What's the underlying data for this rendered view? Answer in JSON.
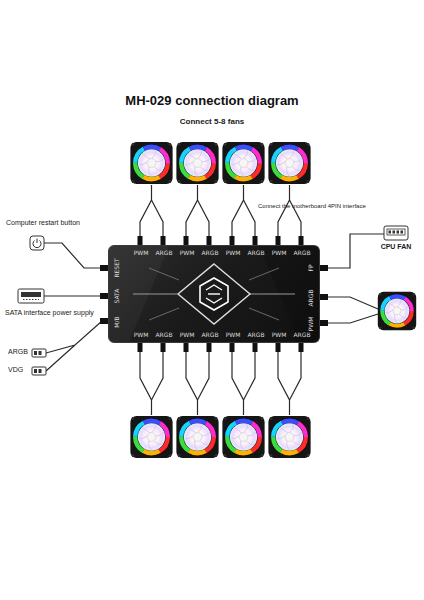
{
  "diagram": {
    "title": "MH-029 connection diagram",
    "nodes": [
      {
        "text": [
          "PWM",
          "ARGB",
          "PWM",
          "ARGB",
          "PWM",
          "ARGB",
          "PWM",
          "ARGB",
          "PWM",
          "ARGB",
          "PWM",
          "ARGB",
          "PWM",
          "ARGB",
          "PWM",
          "ARGB",
          "RESET",
          "SATA",
          "M/B",
          "FP",
          "ARGB",
          "PWM"
        ]
      }
    ],
    "labels": [
      "Connect 5-8 fans",
      "Computer restart button",
      "Connect the motherboard 4PIN interface",
      "CPU FAN",
      "SATA interface power supply",
      "ARGB",
      "VDG"
    ]
  }
}
